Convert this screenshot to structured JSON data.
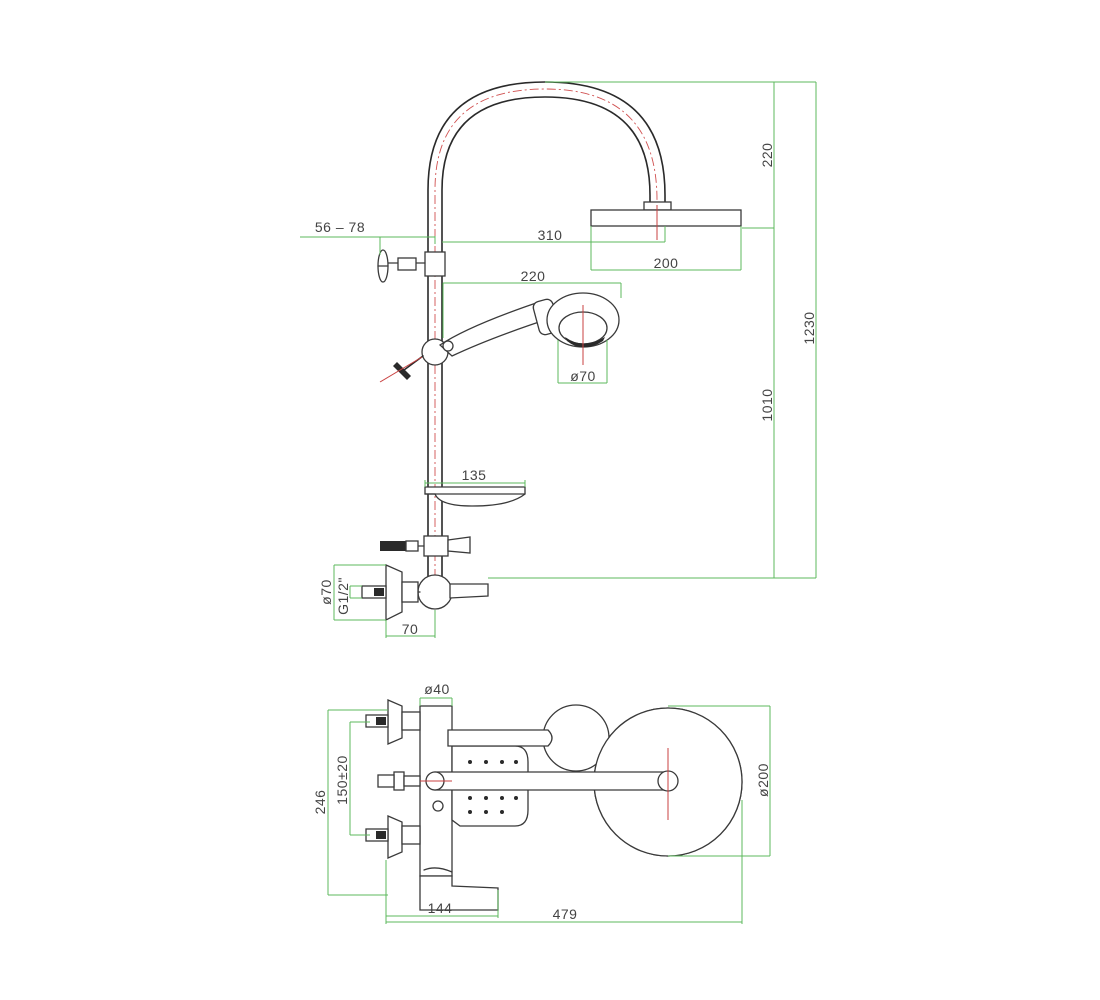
{
  "colors": {
    "outline": "#3a3a3a",
    "dimension_line": "#5cb85c",
    "center_line": "#d05050",
    "text": "#444444",
    "background": "#ffffff"
  },
  "side_view": {
    "dim_height_top": "220",
    "dim_height_total": "1230",
    "dim_height_mid": "1010",
    "dim_reach": "310",
    "dim_wall_offset": "56 – 78",
    "dim_head_width": "200",
    "dim_hand_length": "220",
    "dim_hand_diameter": "ø70",
    "dim_tray_width": "135",
    "dim_flange_diameter": "ø70",
    "dim_thread": "G1/2\"",
    "dim_mixer_depth": "70"
  },
  "top_view": {
    "dim_pipe_diameter": "ø40",
    "dim_depth": "246",
    "dim_center_spacing": "150±20",
    "dim_head_diameter": "ø200",
    "dim_spout": "144",
    "dim_total_width": "479"
  }
}
